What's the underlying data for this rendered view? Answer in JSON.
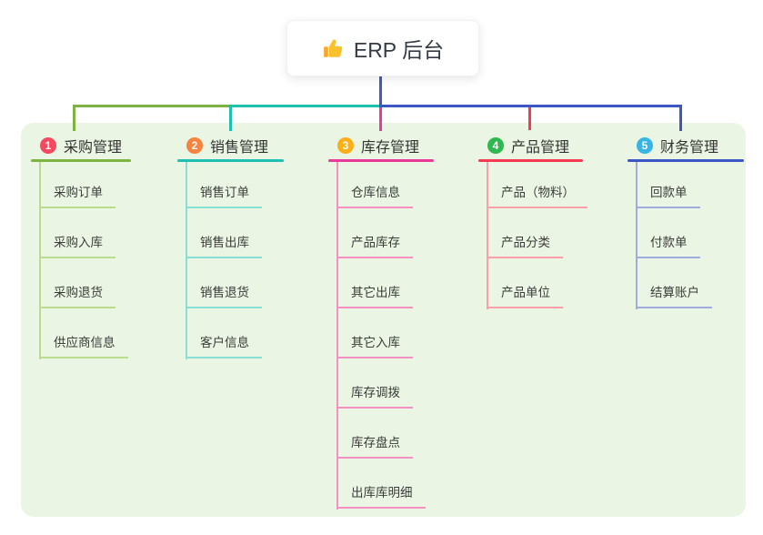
{
  "root": {
    "icon": "thumbs-up",
    "label": "ERP 后台"
  },
  "colors": {
    "panel_bg": "#eaf6e3",
    "trunk": "#4457c8",
    "root_text": "#333a45",
    "node_text": "#3b3b3b",
    "thumb_main": "#fbc02d",
    "thumb_cuff": "#f9a825"
  },
  "branches": [
    {
      "num": "1",
      "label": "采购管理",
      "badge_color": "#f5495f",
      "line_color": "#7cb342",
      "line_light": "#b9dc8e",
      "children": [
        "采购订单",
        "采购入库",
        "采购退货",
        "供应商信息"
      ]
    },
    {
      "num": "2",
      "label": "销售管理",
      "badge_color": "#f8833f",
      "line_color": "#1fbfb2",
      "line_light": "#8adfd4",
      "children": [
        "销售订单",
        "销售出库",
        "销售退货",
        "客户信息"
      ]
    },
    {
      "num": "3",
      "label": "库存管理",
      "badge_color": "#fbb017",
      "line_color": "#e93a9a",
      "line_light": "#f491c2",
      "children": [
        "仓库信息",
        "产品库存",
        "其它出库",
        "其它入库",
        "库存调拨",
        "库存盘点",
        "出库库明细"
      ]
    },
    {
      "num": "4",
      "label": "产品管理",
      "badge_color": "#2fb84d",
      "line_color": "#f43b52",
      "line_light": "#f9a0a8",
      "children": [
        "产品（物料）",
        "产品分类",
        "产品单位"
      ]
    },
    {
      "num": "5",
      "label": "财务管理",
      "badge_color": "#36b4e5",
      "line_color": "#3d56c5",
      "line_light": "#9fadde",
      "children": [
        "回款单",
        "付款单",
        "结算账户"
      ]
    }
  ]
}
